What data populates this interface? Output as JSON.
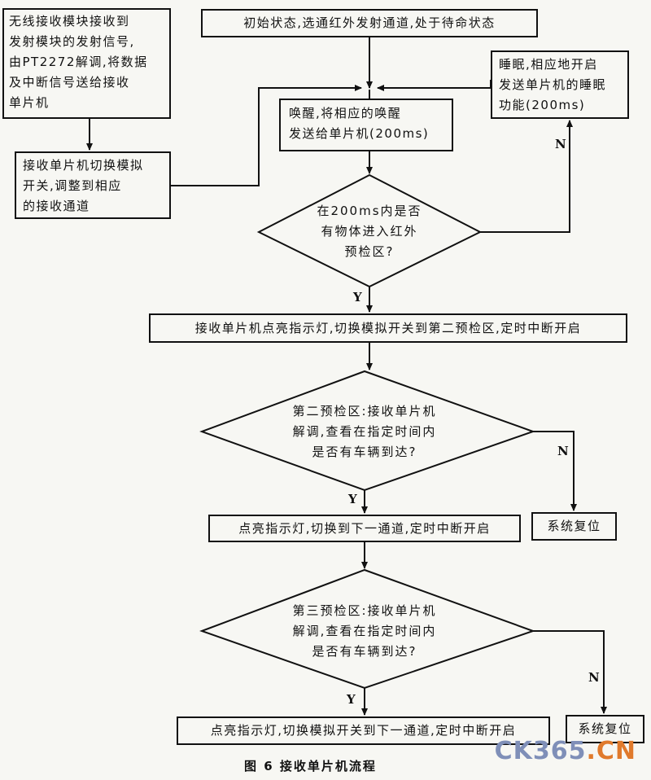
{
  "nodes": {
    "n_init": "初始状态,选通红外发射通道,处于待命状态",
    "n_wireless": "无线接收模块接收到\n发射模块的发射信号,\n由PT2272解调,将数据\n及中断信号送给接收\n单片机",
    "n_switch": "接收单片机切换模拟\n开关,调整到相应\n的接收通道",
    "n_sleep": "睡眠,相应地开启\n发送单片机的睡眠\n功能(200ms)",
    "n_wake": "唤醒,将相应的唤醒\n发送给单片机(200ms)",
    "d1": "在200ms内是否\n有物体进入红外\n预检区?",
    "n_light1": "接收单片机点亮指示灯,切换模拟开关到第二预检区,定时中断开启",
    "d2": "第二预检区:接收单片机\n解调,查看在指定时间内\n是否有车辆到达?",
    "n_light2": "点亮指示灯,切换到下一通道,定时中断开启",
    "n_reset1": "系统复位",
    "d3": "第三预检区:接收单片机\n解调,查看在指定时间内\n是否有车辆到达?",
    "n_light3": "点亮指示灯,切换模拟开关到下一通道,定时中断开启",
    "n_reset2": "系统复位"
  },
  "labels": {
    "yes": "Y",
    "no": "N"
  },
  "caption": "图 6  接收单片机流程",
  "watermark": {
    "part1": "CK365",
    "part2": ".CN",
    "color1": "#7f8fb8",
    "color2": "#e07a2c"
  }
}
